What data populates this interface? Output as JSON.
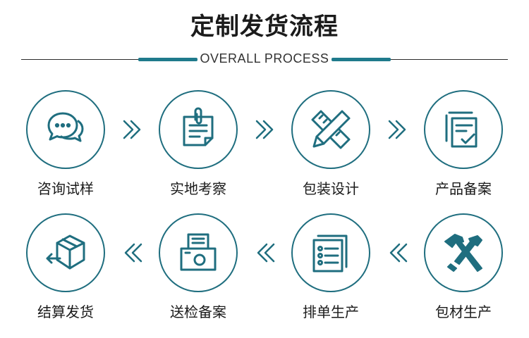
{
  "header": {
    "title": "定制发货流程",
    "subtitle": "OVERALL PROCESS"
  },
  "colors": {
    "accent": "#1f6e7f",
    "accent_bar": "#1f7a8c"
  },
  "row1": [
    {
      "label": "咨询试样",
      "icon": "chat-bubbles-icon"
    },
    {
      "label": "实地考察",
      "icon": "clipboard-icon"
    },
    {
      "label": "包装设计",
      "icon": "pencil-ruler-icon"
    },
    {
      "label": "产品备案",
      "icon": "document-check-icon"
    }
  ],
  "row2": [
    {
      "label": "结算发货",
      "icon": "box-return-icon"
    },
    {
      "label": "送检备案",
      "icon": "printer-icon"
    },
    {
      "label": "排单生产",
      "icon": "list-icon"
    },
    {
      "label": "包材生产",
      "icon": "hammer-screwdriver-icon"
    }
  ]
}
